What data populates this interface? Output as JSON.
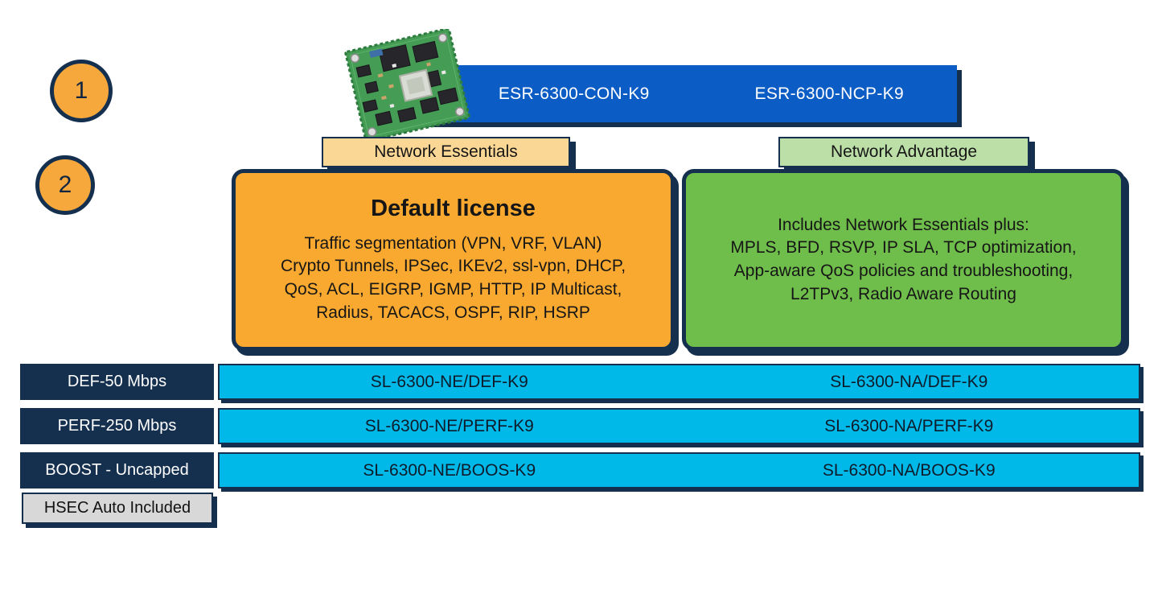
{
  "steps": [
    {
      "number": "1"
    },
    {
      "number": "2"
    }
  ],
  "header": {
    "products": [
      "ESR-6300-CON-K9",
      "ESR-6300-NCP-K9"
    ]
  },
  "columns": [
    {
      "tier_label": "Network Essentials",
      "title": "Default license",
      "description": "Traffic segmentation (VPN, VRF, VLAN)\nCrypto Tunnels, IPSec, IKEv2, ssl-vpn, DHCP,\nQoS, ACL, EIGRP, IGMP, HTTP, IP Multicast,\nRadius, TACACS, OSPF, RIP, HSRP"
    },
    {
      "tier_label": "Network Advantage",
      "description": "Includes Network Essentials plus:\nMPLS, BFD, RSVP, IP SLA, TCP optimization,\nApp-aware QoS policies and troubleshooting,\nL2TPv3, Radio Aware Routing"
    }
  ],
  "license_table": {
    "rows": [
      {
        "label": "DEF-50 Mbps",
        "ne_sku": "SL-6300-NE/DEF-K9",
        "na_sku": "SL-6300-NA/DEF-K9"
      },
      {
        "label": "PERF-250 Mbps",
        "ne_sku": "SL-6300-NE/PERF-K9",
        "na_sku": "SL-6300-NA/PERF-K9"
      },
      {
        "label": "BOOST - Uncapped",
        "ne_sku": "SL-6300-NE/BOOS-K9",
        "na_sku": "SL-6300-NA/BOOS-K9"
      }
    ],
    "footnote": "HSEC Auto Included"
  },
  "icons": {
    "circuit_board": "circuit-board-photo"
  },
  "colors": {
    "navy": "#152F4E",
    "blue": "#0B5CC4",
    "cyan": "#00B9E9",
    "orange": "#F9A930",
    "tan": "#FBD795",
    "green": "#6FBE4B",
    "light_green": "#BCDFA8",
    "gray": "#D8D8D8",
    "circle_orange": "#F6A83C"
  }
}
